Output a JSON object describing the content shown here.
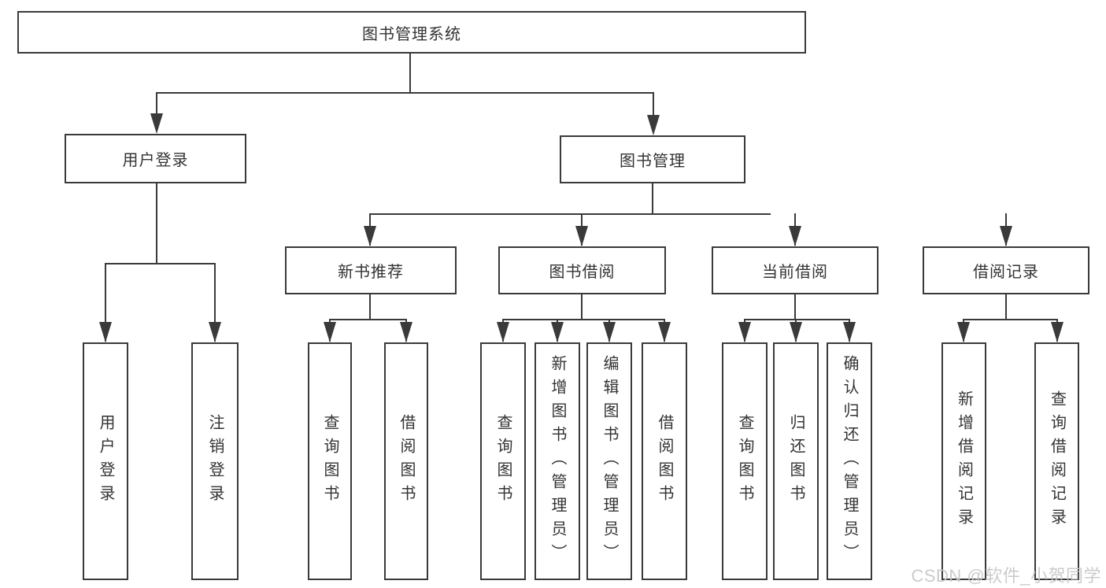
{
  "diagram": {
    "root": {
      "label": "图书管理系统"
    },
    "level2": [
      {
        "id": "user-login",
        "label": "用户登录"
      },
      {
        "id": "book-management",
        "label": "图书管理"
      }
    ],
    "level3": [
      {
        "id": "new-book-recommend",
        "label": "新书推荐"
      },
      {
        "id": "book-borrow",
        "label": "图书借阅"
      },
      {
        "id": "current-borrow",
        "label": "当前借阅"
      },
      {
        "id": "borrow-records",
        "label": "借阅记录"
      }
    ],
    "leaves": [
      {
        "id": "leaf-user-login",
        "label": "用户登录"
      },
      {
        "id": "leaf-logout",
        "label": "注销登录"
      },
      {
        "id": "leaf-query-book-recommend",
        "label": "查询图书"
      },
      {
        "id": "leaf-borrow-book-recommend",
        "label": "借阅图书"
      },
      {
        "id": "leaf-query-book-borrow",
        "label": "查询图书"
      },
      {
        "id": "leaf-add-book-admin",
        "label": "新增图书（管理员）"
      },
      {
        "id": "leaf-edit-book-admin",
        "label": "编辑图书（管理员）"
      },
      {
        "id": "leaf-borrow-book",
        "label": "借阅图书"
      },
      {
        "id": "leaf-query-book-current",
        "label": "查询图书"
      },
      {
        "id": "leaf-return-book",
        "label": "归还图书"
      },
      {
        "id": "leaf-confirm-return-admin",
        "label": "确认归还（管理员）"
      },
      {
        "id": "leaf-add-borrow-record",
        "label": "新增借阅记录"
      },
      {
        "id": "leaf-query-borrow-record",
        "label": "查询借阅记录"
      }
    ]
  },
  "watermark": {
    "text": "CSDN @软件_小贺同学"
  },
  "colors": {
    "line": "#3a3a3a",
    "text": "#333333",
    "box_fill": "#ffffff",
    "watermark": "#c9c9c9",
    "background": "#ffffff"
  }
}
